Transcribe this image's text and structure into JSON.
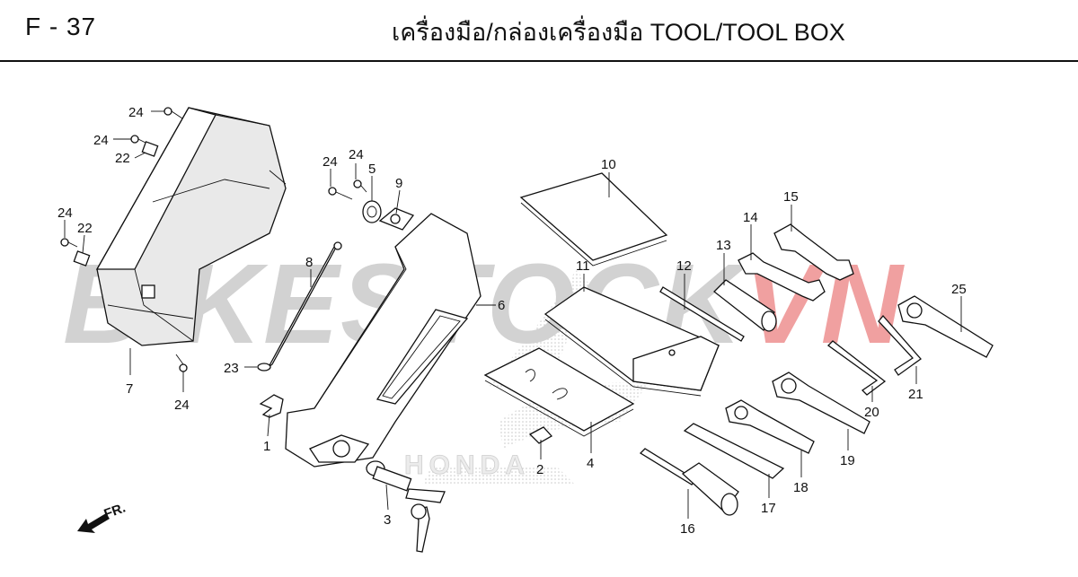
{
  "header": {
    "figure_code": "F - 37",
    "title": "เครื่องมือ/กล่องเครื่องมือ  TOOL/TOOL BOX"
  },
  "watermark": {
    "text_gray": "BIKESTOCK",
    "text_red": "VN",
    "gray_color": "#d2d2d2",
    "red_color": "#f0a0a0",
    "background_logo": "honda-wing-logo",
    "background_logo_text": "HONDA"
  },
  "direction_marker": {
    "label": "FR.",
    "icon": "arrow-down-left-icon"
  },
  "callouts": [
    {
      "id": "c-24a",
      "label": "24"
    },
    {
      "id": "c-24b",
      "label": "24"
    },
    {
      "id": "c-22a",
      "label": "22"
    },
    {
      "id": "c-24c",
      "label": "24"
    },
    {
      "id": "c-22b",
      "label": "22"
    },
    {
      "id": "c-7",
      "label": "7"
    },
    {
      "id": "c-24d",
      "label": "24"
    },
    {
      "id": "c-24e",
      "label": "24"
    },
    {
      "id": "c-24f",
      "label": "24"
    },
    {
      "id": "c-5",
      "label": "5"
    },
    {
      "id": "c-9",
      "label": "9"
    },
    {
      "id": "c-8",
      "label": "8"
    },
    {
      "id": "c-23",
      "label": "23"
    },
    {
      "id": "c-1",
      "label": "1"
    },
    {
      "id": "c-6",
      "label": "6"
    },
    {
      "id": "c-3",
      "label": "3"
    },
    {
      "id": "c-10",
      "label": "10"
    },
    {
      "id": "c-11",
      "label": "11"
    },
    {
      "id": "c-2",
      "label": "2"
    },
    {
      "id": "c-4",
      "label": "4"
    },
    {
      "id": "c-12",
      "label": "12"
    },
    {
      "id": "c-13",
      "label": "13"
    },
    {
      "id": "c-14",
      "label": "14"
    },
    {
      "id": "c-15",
      "label": "15"
    },
    {
      "id": "c-16",
      "label": "16"
    },
    {
      "id": "c-17",
      "label": "17"
    },
    {
      "id": "c-18",
      "label": "18"
    },
    {
      "id": "c-19",
      "label": "19"
    },
    {
      "id": "c-20",
      "label": "20"
    },
    {
      "id": "c-21",
      "label": "21"
    },
    {
      "id": "c-25",
      "label": "25"
    }
  ]
}
